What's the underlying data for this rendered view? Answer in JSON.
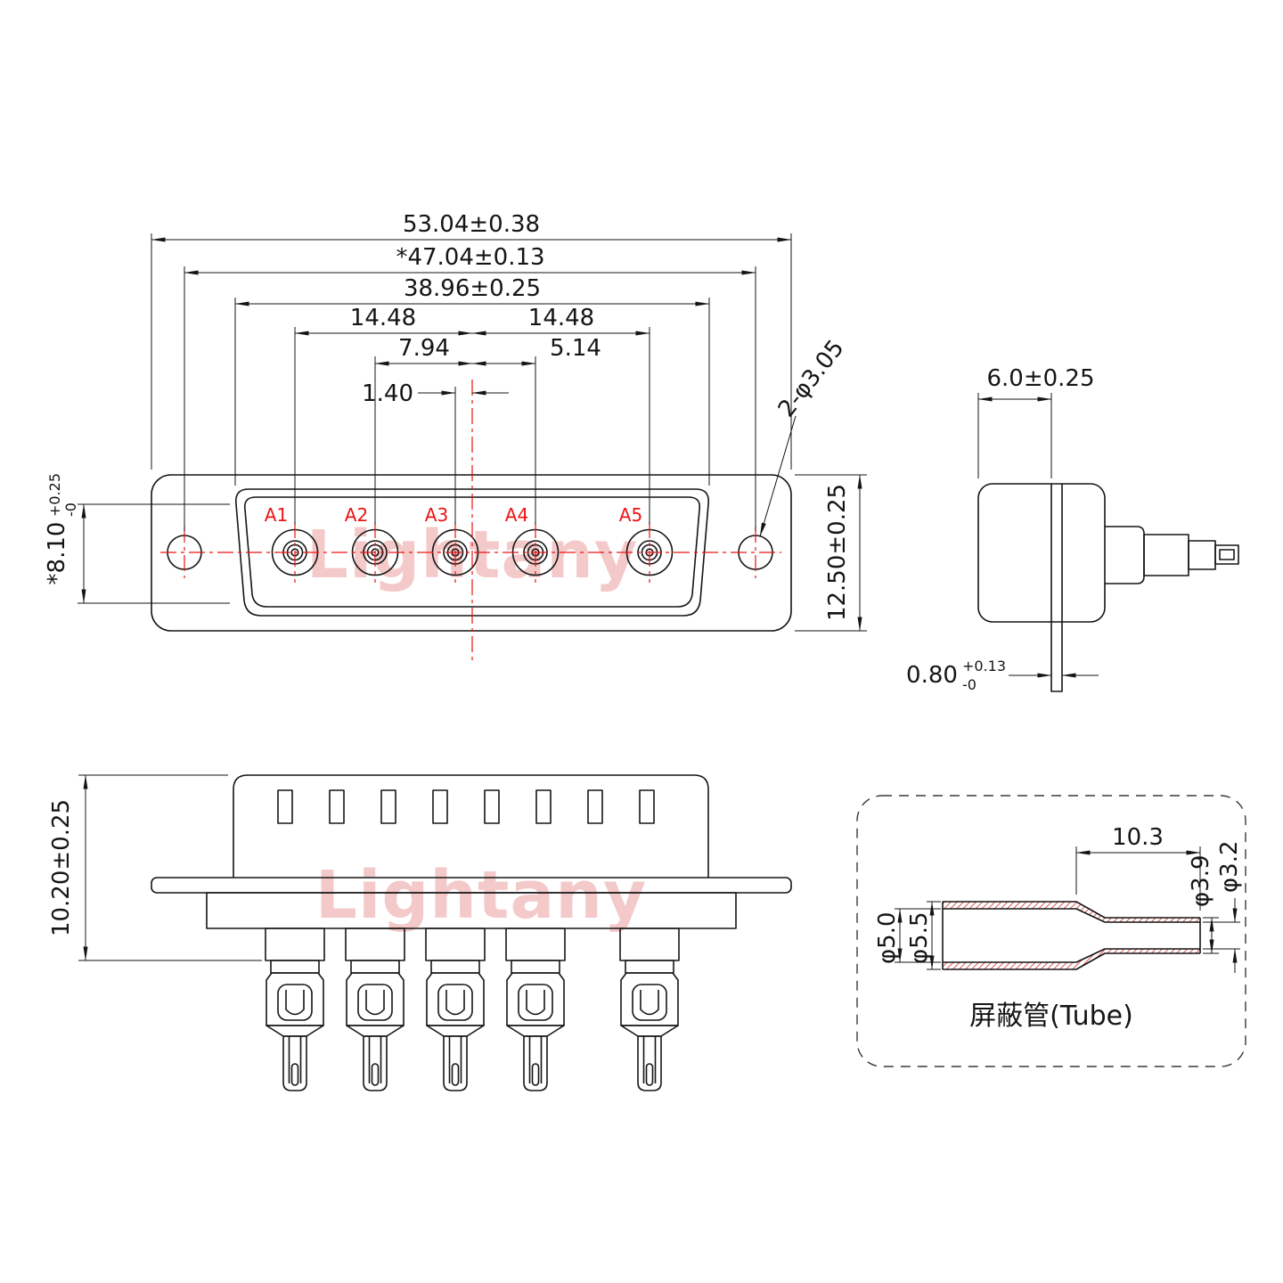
{
  "watermark": {
    "text": "Lightany",
    "color": "#f4c9c9"
  },
  "colors": {
    "line": "#151515",
    "accent_red": "#ec1313",
    "hatch_red": "#d42a2a",
    "watermark_pink": "#f4c9c9"
  },
  "front_view": {
    "contact_labels": [
      "A1",
      "A2",
      "A3",
      "A4",
      "A5"
    ],
    "dims": {
      "flange_width": "53.04±0.38",
      "mount_hole_span": "*47.04±0.13",
      "shell_width": "38.96±0.25",
      "span_a1_center": "14.48",
      "span_center_a5": "14.48",
      "span_a2_center": "7.94",
      "span_center_a4": "5.14",
      "span_a3_center": "1.40",
      "shell_height": {
        "value": "*8.10",
        "tol_up": "+0.25",
        "tol_dn": "-0"
      },
      "flange_height": "12.50±0.25",
      "mount_holes": "2-φ3.05"
    }
  },
  "side_view": {
    "dims": {
      "shell_depth": "6.0±0.25",
      "flange_thickness": {
        "value": "0.80",
        "tol_up": "+0.13",
        "tol_dn": "-0"
      }
    }
  },
  "rear_view": {
    "dims": {
      "body_height": "10.20±0.25"
    }
  },
  "tube_detail": {
    "title": "屏蔽管(Tube)",
    "dims": {
      "sleeve_length": "10.3",
      "tip_outer_dia": "φ3.9",
      "tip_bore_dia": "φ3.2",
      "body_bore_dia": "φ5.0",
      "body_outer_dia": "φ5.5"
    }
  }
}
